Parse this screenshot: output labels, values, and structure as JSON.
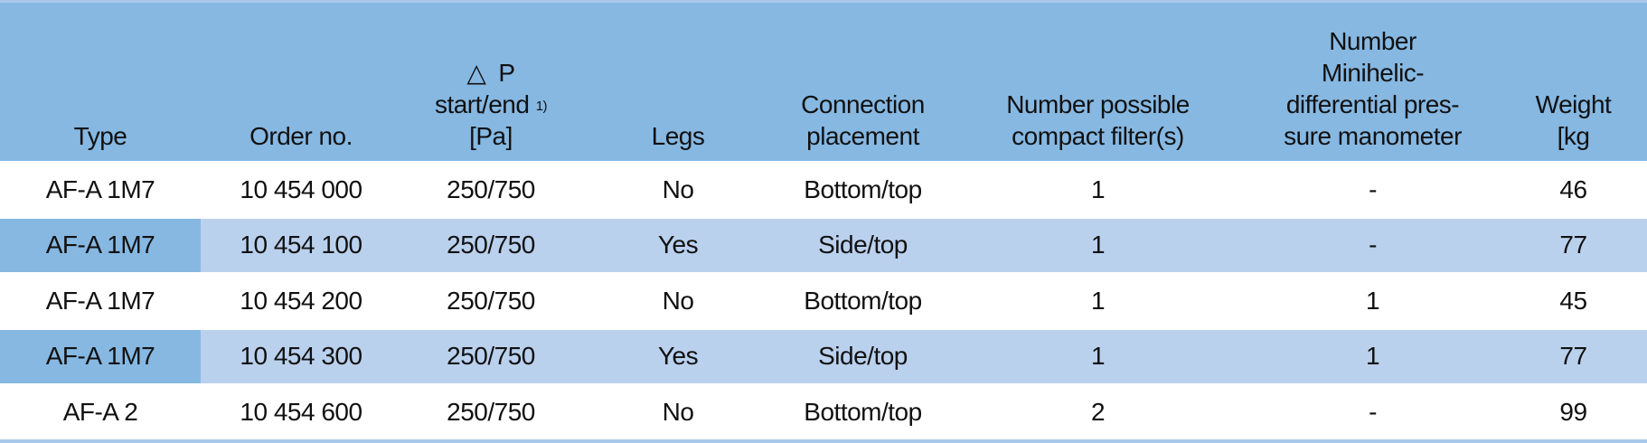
{
  "headers": {
    "type": "Type",
    "order": "Order no.",
    "dp_symbol": "△",
    "dp_p": "P",
    "dp_line2": "start/end",
    "dp_note": "1)",
    "dp_unit": "[Pa]",
    "legs": "Legs",
    "conn_1": "Connection",
    "conn_2": "placement",
    "filter_1": "Number possible",
    "filter_2": "compact filter(s)",
    "mini_1": "Number",
    "mini_2": "Minihelic-",
    "mini_3": "differential pres-",
    "mini_4": "sure manometer",
    "weight_1": "Weight",
    "weight_2": "[kg"
  },
  "rows": [
    {
      "type": "AF-A 1M7",
      "order": "10 454 000",
      "dp": "250/750",
      "legs": "No",
      "conn": "Bottom/top",
      "filters": "1",
      "mini": "-",
      "weight": "46"
    },
    {
      "type": "AF-A 1M7",
      "order": "10 454 100",
      "dp": "250/750",
      "legs": "Yes",
      "conn": "Side/top",
      "filters": "1",
      "mini": "-",
      "weight": "77"
    },
    {
      "type": "AF-A 1M7",
      "order": "10 454 200",
      "dp": "250/750",
      "legs": "No",
      "conn": "Bottom/top",
      "filters": "1",
      "mini": "1",
      "weight": "45"
    },
    {
      "type": "AF-A 1M7",
      "order": "10 454 300",
      "dp": "250/750",
      "legs": "Yes",
      "conn": "Side/top",
      "filters": "1",
      "mini": "1",
      "weight": "77"
    },
    {
      "type": "AF-A 2",
      "order": "10 454 600",
      "dp": "250/750",
      "legs": "No",
      "conn": "Bottom/top",
      "filters": "2",
      "mini": "-",
      "weight": "99"
    }
  ],
  "colors": {
    "header": "#86b8e2",
    "alt_row": "#bad1ee",
    "row": "#ffffff"
  }
}
